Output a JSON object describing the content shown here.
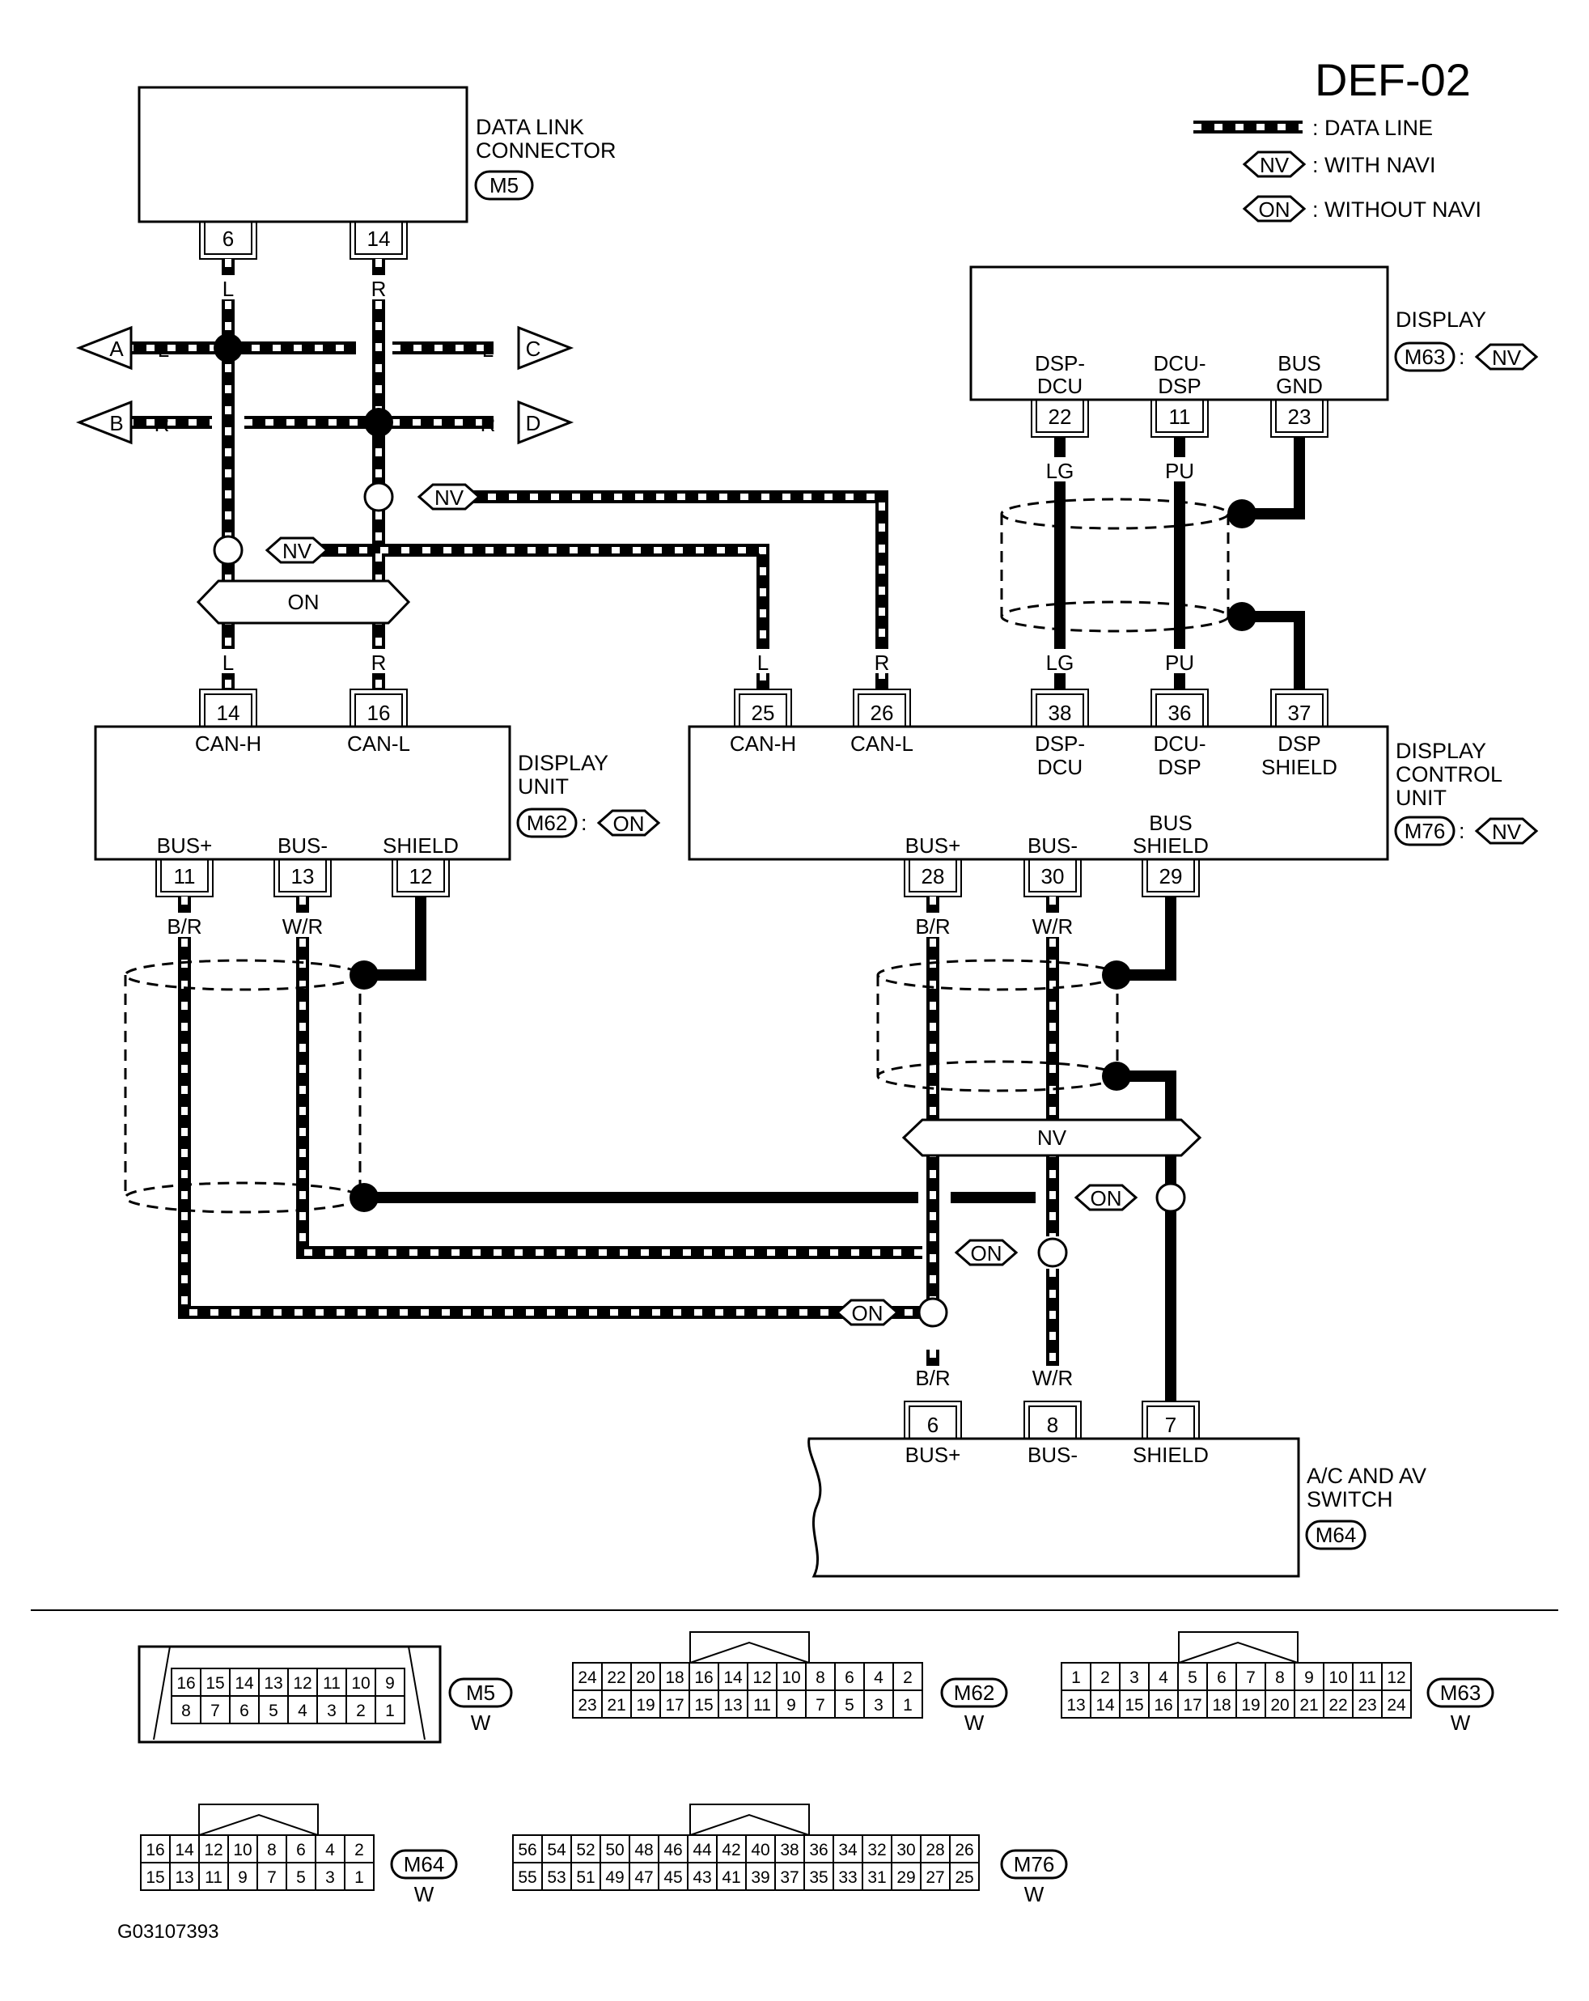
{
  "title": "DEF-02",
  "legend": {
    "data_line": ": DATA LINE",
    "nv_tag": "NV",
    "nv_text": ": WITH NAVI",
    "on_tag": "ON",
    "on_text": ": WITHOUT NAVI"
  },
  "components": {
    "dlc": {
      "name_line1": "DATA LINK",
      "name_line2": "CONNECTOR",
      "connector": "M5",
      "pins": {
        "p6": "6",
        "p14": "14"
      }
    },
    "display": {
      "name": "DISPLAY",
      "connector": "M63",
      "tag": "NV",
      "pins": {
        "p22": "22",
        "p11": "11",
        "p23": "23"
      },
      "pin_names": {
        "p22_l1": "DSP-",
        "p22_l2": "DCU",
        "p11_l1": "DCU-",
        "p11_l2": "DSP",
        "p23_l1": "BUS",
        "p23_l2": "GND"
      }
    },
    "display_unit": {
      "name_line1": "DISPLAY",
      "name_line2": "UNIT",
      "connector": "M62",
      "tag": "ON",
      "pins": {
        "p14": "14",
        "p16": "16",
        "p11": "11",
        "p13": "13",
        "p12": "12"
      },
      "pin_names": {
        "p14": "CAN-H",
        "p16": "CAN-L",
        "p11": "BUS+",
        "p13": "BUS-",
        "p12": "SHIELD"
      }
    },
    "dcu": {
      "name_line1": "DISPLAY",
      "name_line2": "CONTROL",
      "name_line3": "UNIT",
      "connector": "M76",
      "tag": "NV",
      "pins": {
        "p25": "25",
        "p26": "26",
        "p38": "38",
        "p36": "36",
        "p37": "37",
        "p28": "28",
        "p30": "30",
        "p29": "29"
      },
      "pin_names": {
        "p25": "CAN-H",
        "p26": "CAN-L",
        "p38_l1": "DSP-",
        "p38_l2": "DCU",
        "p36_l1": "DCU-",
        "p36_l2": "DSP",
        "p37_l1": "DSP",
        "p37_l2": "SHIELD",
        "p28": "BUS+",
        "p30": "BUS-",
        "p29_l1": "BUS",
        "p29_l2": "SHIELD"
      }
    },
    "ac_av": {
      "name_line1": "A/C AND AV",
      "name_line2": "SWITCH",
      "connector": "M64",
      "pins": {
        "p6": "6",
        "p8": "8",
        "p7": "7"
      },
      "pin_names": {
        "p6": "BUS+",
        "p8": "BUS-",
        "p7": "SHIELD"
      }
    }
  },
  "wire_colors": {
    "l": "L",
    "r": "R",
    "lg": "LG",
    "pu": "PU",
    "br": "B/R",
    "wr": "W/R"
  },
  "arrows": {
    "a": "A",
    "b": "B",
    "c": "C",
    "d": "D"
  },
  "branch_tags": {
    "on": "ON",
    "nv": "NV"
  },
  "connector_faces": {
    "m5": {
      "id": "M5",
      "color": "W",
      "top": [
        "16",
        "15",
        "14",
        "13",
        "12",
        "11",
        "10",
        "9"
      ],
      "bottom": [
        "8",
        "7",
        "6",
        "5",
        "4",
        "3",
        "2",
        "1"
      ]
    },
    "m62": {
      "id": "M62",
      "color": "W",
      "top": [
        "24",
        "22",
        "20",
        "18",
        "16",
        "14",
        "12",
        "10",
        "8",
        "6",
        "4",
        "2"
      ],
      "bottom": [
        "23",
        "21",
        "19",
        "17",
        "15",
        "13",
        "11",
        "9",
        "7",
        "5",
        "3",
        "1"
      ]
    },
    "m63": {
      "id": "M63",
      "color": "W",
      "top": [
        "1",
        "2",
        "3",
        "4",
        "5",
        "6",
        "7",
        "8",
        "9",
        "10",
        "11",
        "12"
      ],
      "bottom": [
        "13",
        "14",
        "15",
        "16",
        "17",
        "18",
        "19",
        "20",
        "21",
        "22",
        "23",
        "24"
      ]
    },
    "m64": {
      "id": "M64",
      "color": "W",
      "top": [
        "16",
        "14",
        "12",
        "10",
        "8",
        "6",
        "4",
        "2"
      ],
      "bottom": [
        "15",
        "13",
        "11",
        "9",
        "7",
        "5",
        "3",
        "1"
      ]
    },
    "m76": {
      "id": "M76",
      "color": "W",
      "top": [
        "56",
        "54",
        "52",
        "50",
        "48",
        "46",
        "44",
        "42",
        "40",
        "38",
        "36",
        "34",
        "32",
        "30",
        "28",
        "26"
      ],
      "bottom": [
        "55",
        "53",
        "51",
        "49",
        "47",
        "45",
        "43",
        "41",
        "39",
        "37",
        "35",
        "33",
        "31",
        "29",
        "27",
        "25"
      ]
    }
  },
  "figure_code": "G03107393"
}
